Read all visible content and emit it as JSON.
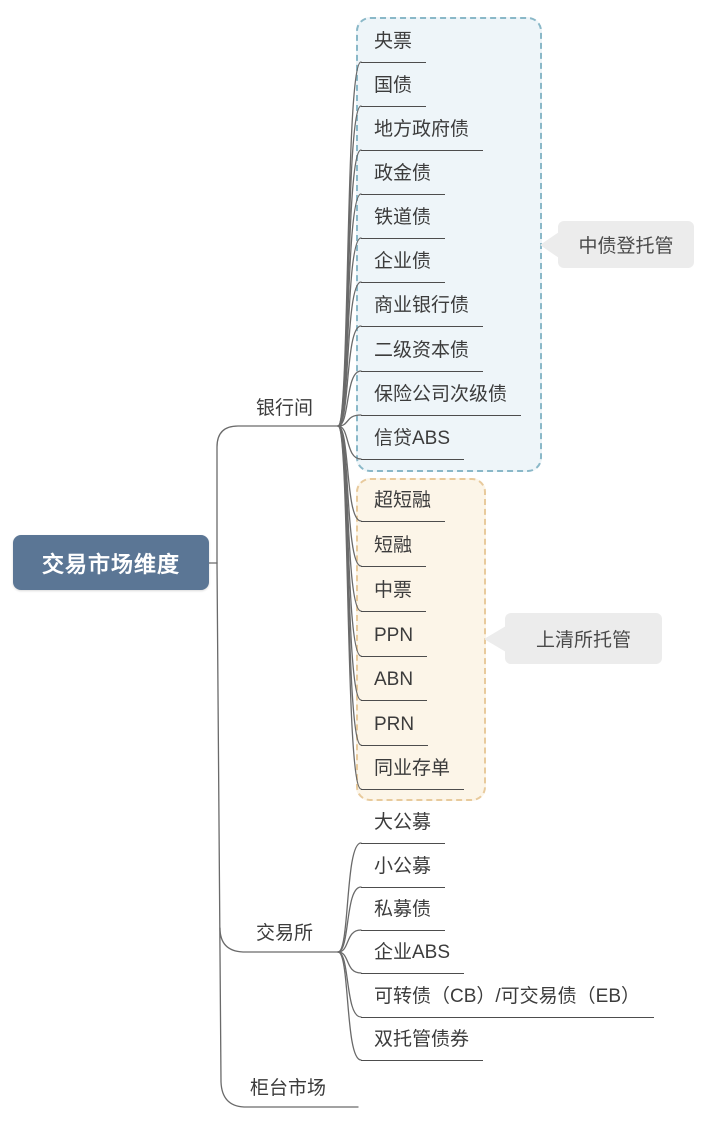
{
  "root": {
    "label": "交易市场维度"
  },
  "branches": [
    {
      "label": "银行间",
      "groups": [
        {
          "annotation": "中债登托管",
          "items": [
            "央票",
            "国债",
            "地方政府债",
            "政金债",
            "铁道债",
            "企业债",
            "商业银行债",
            "二级资本债",
            "保险公司次级债",
            "信贷ABS"
          ]
        },
        {
          "annotation": "上清所托管",
          "items": [
            "超短融",
            "短融",
            "中票",
            "PPN",
            "ABN",
            "PRN",
            "同业存单"
          ]
        }
      ]
    },
    {
      "label": "交易所",
      "children": [
        "大公募",
        "小公募",
        "私募债",
        "企业ABS",
        "可转债（CB）/可交易债（EB）",
        "双托管债券"
      ]
    },
    {
      "label": "柜台市场",
      "children": []
    }
  ],
  "colors": {
    "root_bg": "#5b7695",
    "root_text": "#ffffff",
    "blue_group_border": "#8ab8c8",
    "blue_group_bg": "#eef5f9",
    "orange_group_border": "#e8ca9c",
    "orange_group_bg": "#fcf5e8",
    "annotation_bg": "#ececec",
    "annotation_text": "#4a4a4a",
    "line": "#6a6a6a",
    "text": "#3c3c3c"
  }
}
